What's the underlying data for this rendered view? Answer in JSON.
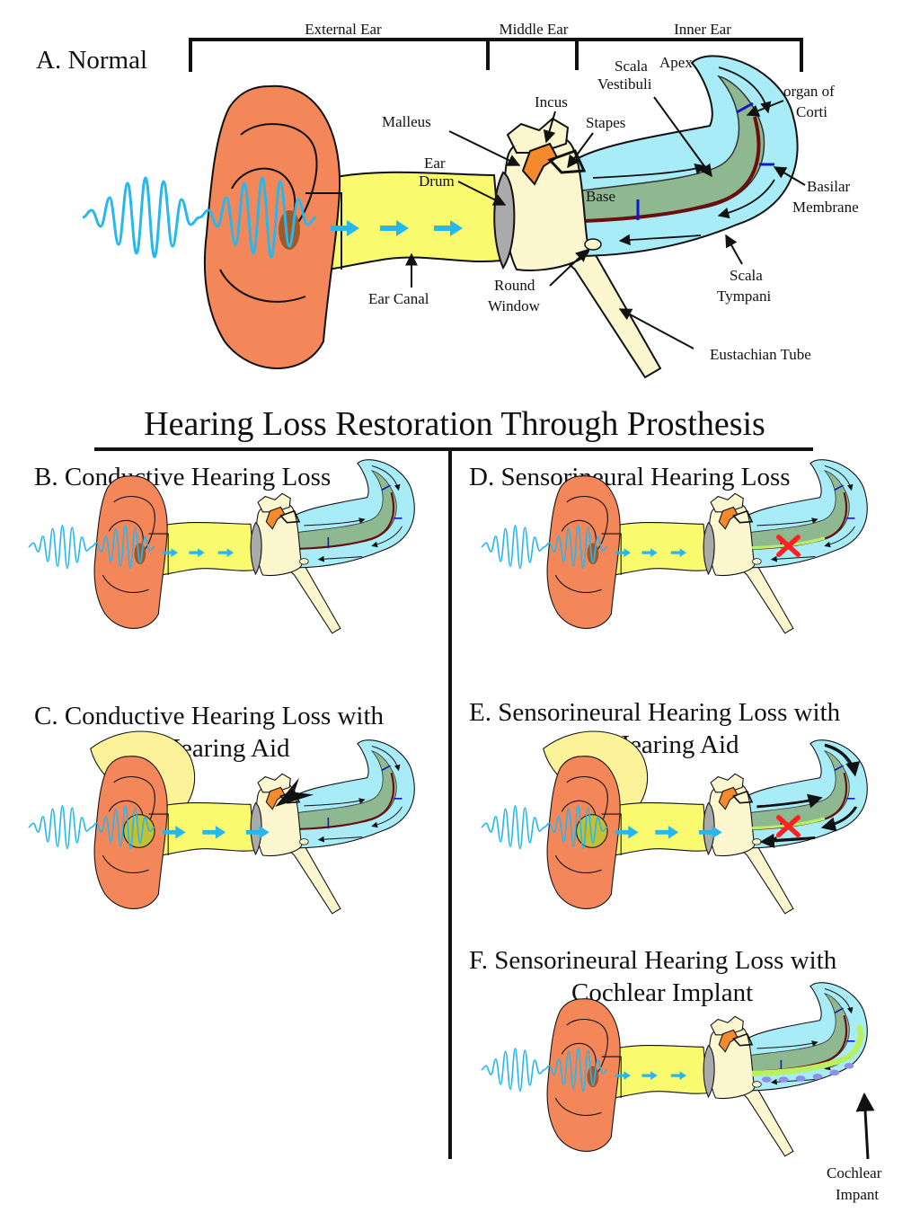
{
  "sections": {
    "external": "External Ear",
    "middle": "Middle Ear",
    "inner": "Inner Ear"
  },
  "panels": {
    "a": "A. Normal",
    "b": "B. Conductive Hearing Loss",
    "c1": "C. Conductive Hearing Loss with",
    "c2": "Hearing Aid",
    "d": "D. Sensorineural Hearing Loss",
    "e1": "E.  Sensorineural Hearing Loss with",
    "e2": "Hearing Aid",
    "f1": "F. Sensorineural Hearing Loss with",
    "f2": "Cochlear Implant"
  },
  "main_title": "Hearing Loss Restoration Through Prosthesis",
  "labels": {
    "malleus": "Malleus",
    "incus": "Incus",
    "stapes": "Stapes",
    "ear_drum_1": "Ear",
    "ear_drum_2": "Drum",
    "ear_canal": "Ear Canal",
    "round_window_1": "Round",
    "round_window_2": "Window",
    "eustachian": "Eustachian Tube",
    "scala_vest_1": "Scala",
    "scala_vest_2": "Vestibuli",
    "apex": "Apex",
    "base": "Base",
    "organ_1": "organ of",
    "organ_2": "Corti",
    "basilar_1": "Basilar",
    "basilar_2": "Membrane",
    "scala_tymp_1": "Scala",
    "scala_tymp_2": "Tympani",
    "implant_1": "Cochlear",
    "implant_2": "Impant"
  },
  "colors": {
    "pinna": "#f4875a",
    "canal": "#fafa6e",
    "middle_ear": "#fcf7cf",
    "cochlea": "#a8ecf8",
    "duct": "#8eb890",
    "membrane": "#6b0e0e",
    "wave": "#26b8ec",
    "hearing_aid": "#fbf29a",
    "damage": "#ff2020",
    "implant": "#b8f060",
    "electrode": "#8f8fe8"
  }
}
